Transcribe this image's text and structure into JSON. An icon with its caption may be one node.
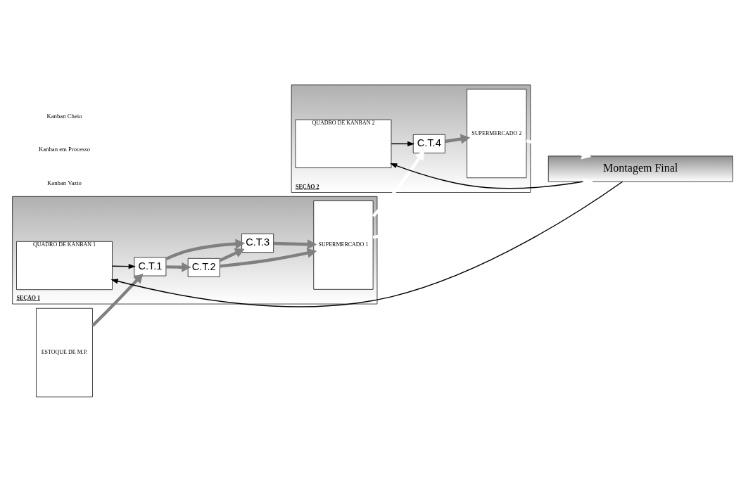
{
  "diagram": {
    "nodes": [
      {
        "text": [
          "SEÇÃO 1"
        ]
      },
      {
        "text": [
          "QUADRO DE KANBAN 1"
        ],
        "in": 0
      },
      {
        "text": [
          "C.T.1"
        ],
        "in": 0
      },
      {
        "text": [
          "C.T.2"
        ],
        "in": 0
      },
      {
        "text": [
          "C.T.3"
        ],
        "in": 0
      },
      {
        "text": [
          "SUPERMERCADO 1"
        ],
        "in": 0
      },
      {
        "text": [
          "ESTOQUE DE M.P."
        ]
      },
      {
        "text": [
          "SEÇÃO 2"
        ]
      },
      {
        "text": [
          "QUADRO DE KANBAN 2"
        ],
        "in": 7
      },
      {
        "text": [
          "C.T.4"
        ],
        "in": 7
      },
      {
        "text": [
          "SUPERMERCADO 2"
        ],
        "in": 7
      },
      {
        "text": [
          "Montagem Final"
        ]
      }
    ],
    "edges": [
      {
        "from": 6,
        "to": 2,
        "arrow": "to",
        "color": "#808080"
      },
      {
        "from": 1,
        "to": 2,
        "arrow": "to",
        "color": "#000000"
      },
      {
        "from": 2,
        "to": 3,
        "arrow": "to",
        "color": "#808080"
      },
      {
        "from": 2,
        "to": 4,
        "arrow": "to",
        "color": "#808080"
      },
      {
        "from": 3,
        "to": 4,
        "arrow": "to",
        "color": "#808080"
      },
      {
        "from": 3,
        "to": 5,
        "arrow": "to",
        "color": "#808080"
      },
      {
        "from": 4,
        "to": 5,
        "arrow": "to",
        "color": "#808080"
      },
      {
        "from": 5,
        "to": 9,
        "arrow": "to",
        "color": "#ffffff"
      },
      {
        "from": 8,
        "to": 9,
        "arrow": "to",
        "color": "#000000"
      },
      {
        "from": 9,
        "to": 10,
        "arrow": "to",
        "color": "#808080"
      },
      {
        "from": 5,
        "to": 11,
        "arrow": "to",
        "color": "#ffffff"
      },
      {
        "from": 10,
        "to": 11,
        "arrow": "to",
        "color": "#ffffff"
      },
      {
        "from": 11,
        "to": 1,
        "arrow": "to",
        "color": "#000000"
      },
      {
        "from": 11,
        "to": 8,
        "arrow": "to",
        "color": "#000000"
      }
    ],
    "legend": [
      {
        "text": "Kanban Cheio"
      },
      {
        "text": "Kanban em Processo"
      },
      {
        "text": "Kanban Vazio"
      }
    ]
  }
}
